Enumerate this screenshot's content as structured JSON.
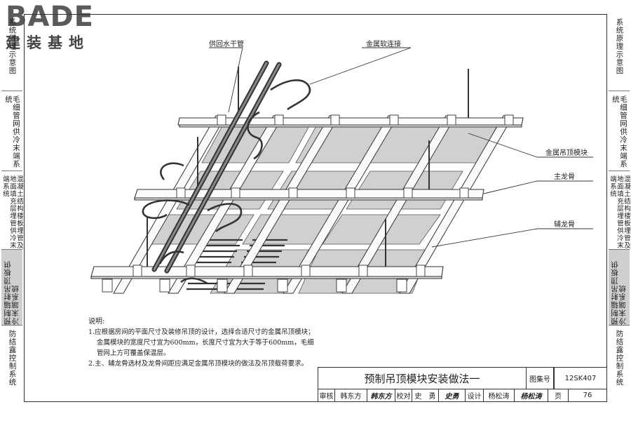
{
  "logo": {
    "brand": "BADE",
    "sub": "建装基地"
  },
  "left_tabs": [
    {
      "label": "系统原理示意图",
      "active": false
    },
    {
      "label": "毛细管网供冷末端系统",
      "active": false
    },
    {
      "label": "混凝土结构楼板埋管及地面填充层埋管供冷末端系统",
      "active": false
    },
    {
      "label": "预制辐射吊顶板供冷末端系统",
      "active": true
    },
    {
      "label": "防结露控制系统",
      "active": false
    }
  ],
  "right_tabs": [
    {
      "label": "系统原理示意图",
      "active": false
    },
    {
      "label": "毛细管网供冷末端系统",
      "active": false
    },
    {
      "label": "混凝土结构楼板埋管及地面填充层埋管供冷末端系统",
      "active": false
    },
    {
      "label": "预制辐射吊顶板供冷末端系统",
      "active": true
    },
    {
      "label": "防结露控制系统",
      "active": false
    }
  ],
  "callouts": {
    "supply_return_main": "供回水干管",
    "metal_hose": "金属软连接",
    "ceiling_module": "金属吊顶模块",
    "main_keel": "主龙骨",
    "secondary_keel": "辅龙骨"
  },
  "notes": {
    "title": "说明:",
    "items": [
      "1.应根据房间的平面尺寸及装修吊顶的设计，选择合适尺寸的金属吊顶模块；金属模块的宽度尺寸宜为600mm，长度尺寸宜为大于等于600mm，毛细管网上方可覆盖保温层。",
      "2.主、辅龙骨选材及龙骨间距应满足金属吊顶模块的做法及吊顶载荷要求。"
    ]
  },
  "title_block": {
    "drawing_title": "预制吊顶模块安装做法一",
    "atlas_label": "图集号",
    "atlas_no": "12SK407",
    "review_label": "审核",
    "reviewer": "韩东方",
    "reviewer_sig": "韩东方",
    "check_label": "校对",
    "checker": "史　勇",
    "checker_sig": "史勇",
    "design_label": "设计",
    "designer": "杨松涛",
    "designer_sig": "杨松涛",
    "page_label": "页",
    "page_no": "76"
  },
  "colors": {
    "line": "#333333",
    "panel": "#c8c8c8",
    "tab_active": "#cfcfcf"
  }
}
